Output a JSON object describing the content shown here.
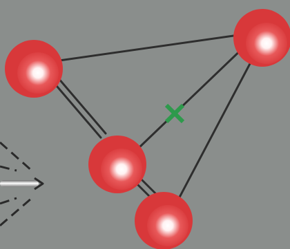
{
  "scene": {
    "background": "#8a8e8c",
    "node_color": "#d8383a",
    "node_highlight": "#ffffff",
    "edge_color": "#2e2e2e",
    "marker_color": "#2e9a4c",
    "marker_glyph": "x-cross",
    "arrow_color": "#2a2a2a"
  },
  "nodes": [
    {
      "id": "atom-top-left"
    },
    {
      "id": "atom-top-right"
    },
    {
      "id": "atom-middle"
    },
    {
      "id": "atom-bottom"
    }
  ],
  "edges": [
    {
      "id": "bond-top-left-top-right",
      "order": 1
    },
    {
      "id": "bond-top-left-middle",
      "order": 2
    },
    {
      "id": "bond-top-right-middle",
      "order": 1
    },
    {
      "id": "bond-top-right-bottom",
      "order": 1
    },
    {
      "id": "bond-middle-bottom",
      "order": 2
    }
  ]
}
